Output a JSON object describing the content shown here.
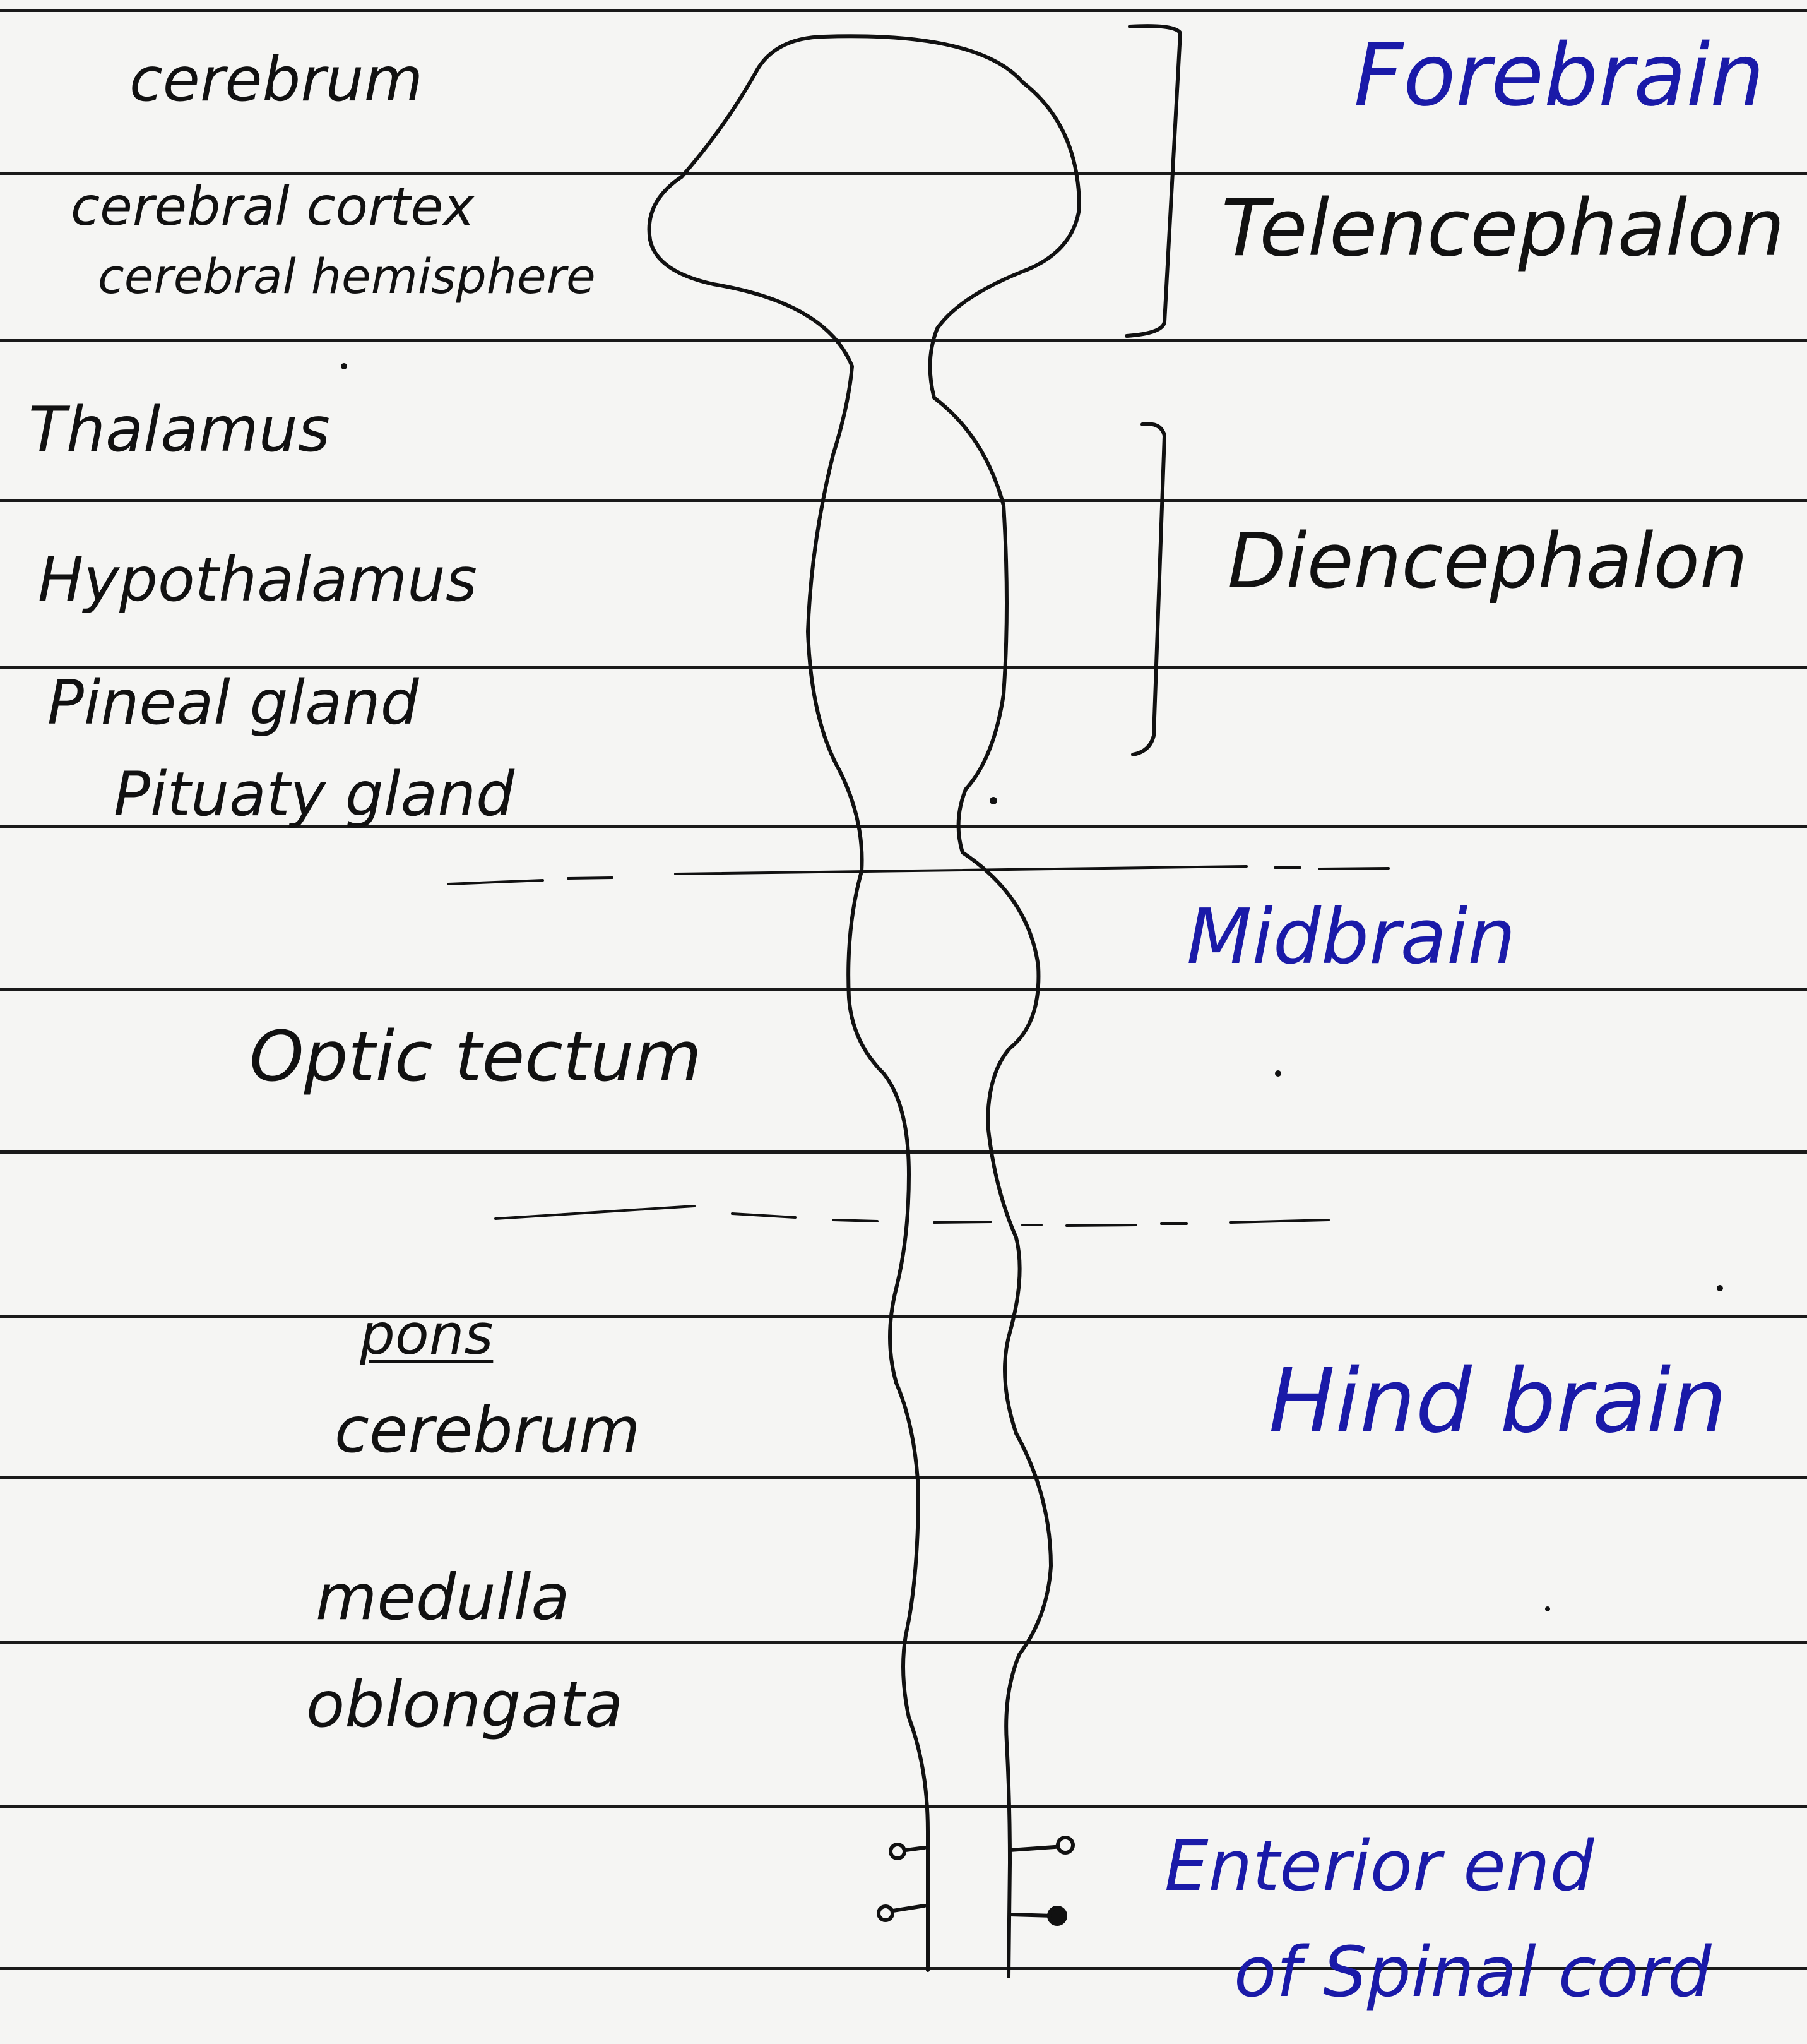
{
  "colors": {
    "paper": "#f5f5f3",
    "ink_black": "#111111",
    "ink_blue": "#1a1aa8",
    "rule": "#1a1a1a"
  },
  "left_labels": {
    "cerebrum_top": "cerebrum",
    "cerebral_cortex": "cerebral cortex",
    "cerebral_hemisphere": "cerebral hemisphere",
    "thalamus": "Thalamus",
    "hypothalamus": "Hypothalamus",
    "pineal_gland": "Pineal gland",
    "pituitary_gland": "Pituaty gland",
    "optic_tectum": "Optic tectum",
    "pons": "pons",
    "cerebrum_hind": "cerebrum",
    "medulla": "medulla",
    "oblongata": "oblongata"
  },
  "right_labels": {
    "forebrain": "Forebrain",
    "telencephalon": "Telencephalon",
    "diencephalon": "Diencephalon",
    "midbrain": "Midbrain",
    "hindbrain": "Hind brain",
    "spinal_cord_line1": "Enterior end",
    "spinal_cord_line2": "of Spinal cord"
  }
}
